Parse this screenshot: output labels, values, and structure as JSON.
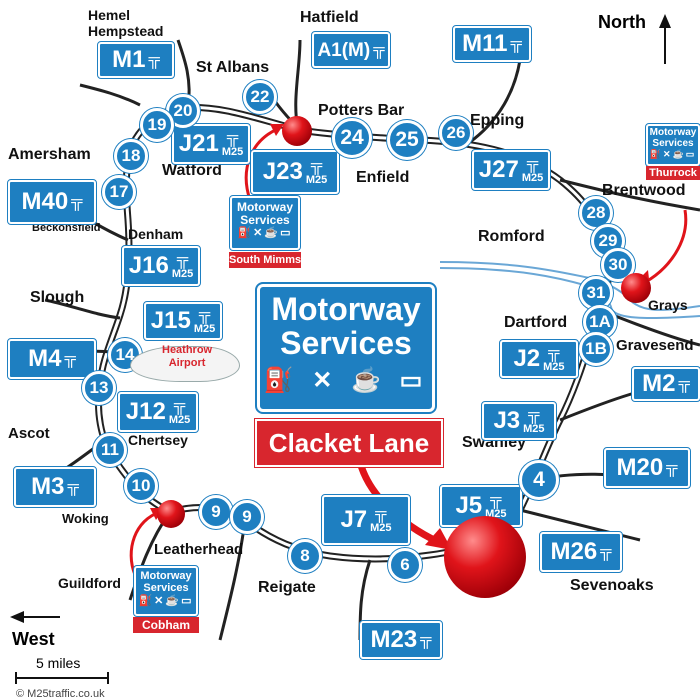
{
  "map": {
    "towns": {
      "hemel": "Hemel",
      "hempstead": "Hempstead",
      "hatfield": "Hatfield",
      "st_albans": "St Albans",
      "potters_bar": "Potters Bar",
      "epping": "Epping",
      "amersham": "Amersham",
      "watford": "Watford",
      "enfield": "Enfield",
      "brentwood": "Brentwood",
      "beckonsfield": "Beckonsfield",
      "denham": "Denham",
      "romford": "Romford",
      "slough": "Slough",
      "grays": "Grays",
      "dartford": "Dartford",
      "gravesend": "Gravesend",
      "ascot": "Ascot",
      "chertsey": "Chertsey",
      "swanley": "Swanley",
      "woking": "Woking",
      "leatherhead": "Leatherhead",
      "guildford": "Guildford",
      "reigate": "Reigate",
      "sevenoaks": "Sevenoaks"
    },
    "motorways": {
      "m1": "M1",
      "a1m": "A1(M)",
      "m11": "M11",
      "m40": "M40",
      "m4": "M4",
      "m3": "M3",
      "m2": "M2",
      "m20": "M20",
      "m26": "M26",
      "m23": "M23",
      "j21": "J21",
      "j23": "J23",
      "j27": "J27",
      "j16": "J16",
      "j15": "J15",
      "j12": "J12",
      "j2": "J2",
      "j3": "J3",
      "j5": "J5",
      "j7": "J7",
      "m25": "M25"
    },
    "junctions": {
      "j20": "20",
      "j19": "19",
      "j18": "18",
      "j17": "17",
      "j22": "22",
      "j24": "24",
      "j25": "25",
      "j26": "26",
      "j28": "28",
      "j29": "29",
      "j30": "30",
      "j31": "31",
      "j1a": "1A",
      "j1b": "1B",
      "j14": "14",
      "j13": "13",
      "j11": "11",
      "j10": "10",
      "j9a": "9",
      "j9b": "9",
      "j8": "8",
      "j6": "6",
      "j4": "4"
    },
    "services": {
      "line1": "Motorway",
      "line2": "Services",
      "hub_name": "Clacket Lane",
      "south_mimms": "South Mimms",
      "cobham": "Cobham",
      "thurrock": "Thurrock"
    },
    "heathrow": {
      "line1": "Heathrow",
      "line2": "Airport"
    },
    "compass": {
      "north": "North",
      "west": "West"
    },
    "scale": "5 miles",
    "credit": "© M25traffic.co.uk",
    "colors": {
      "sign_blue": "#1e7fc1",
      "tag_red": "#d8262e",
      "river": "#6aa7d6"
    }
  }
}
